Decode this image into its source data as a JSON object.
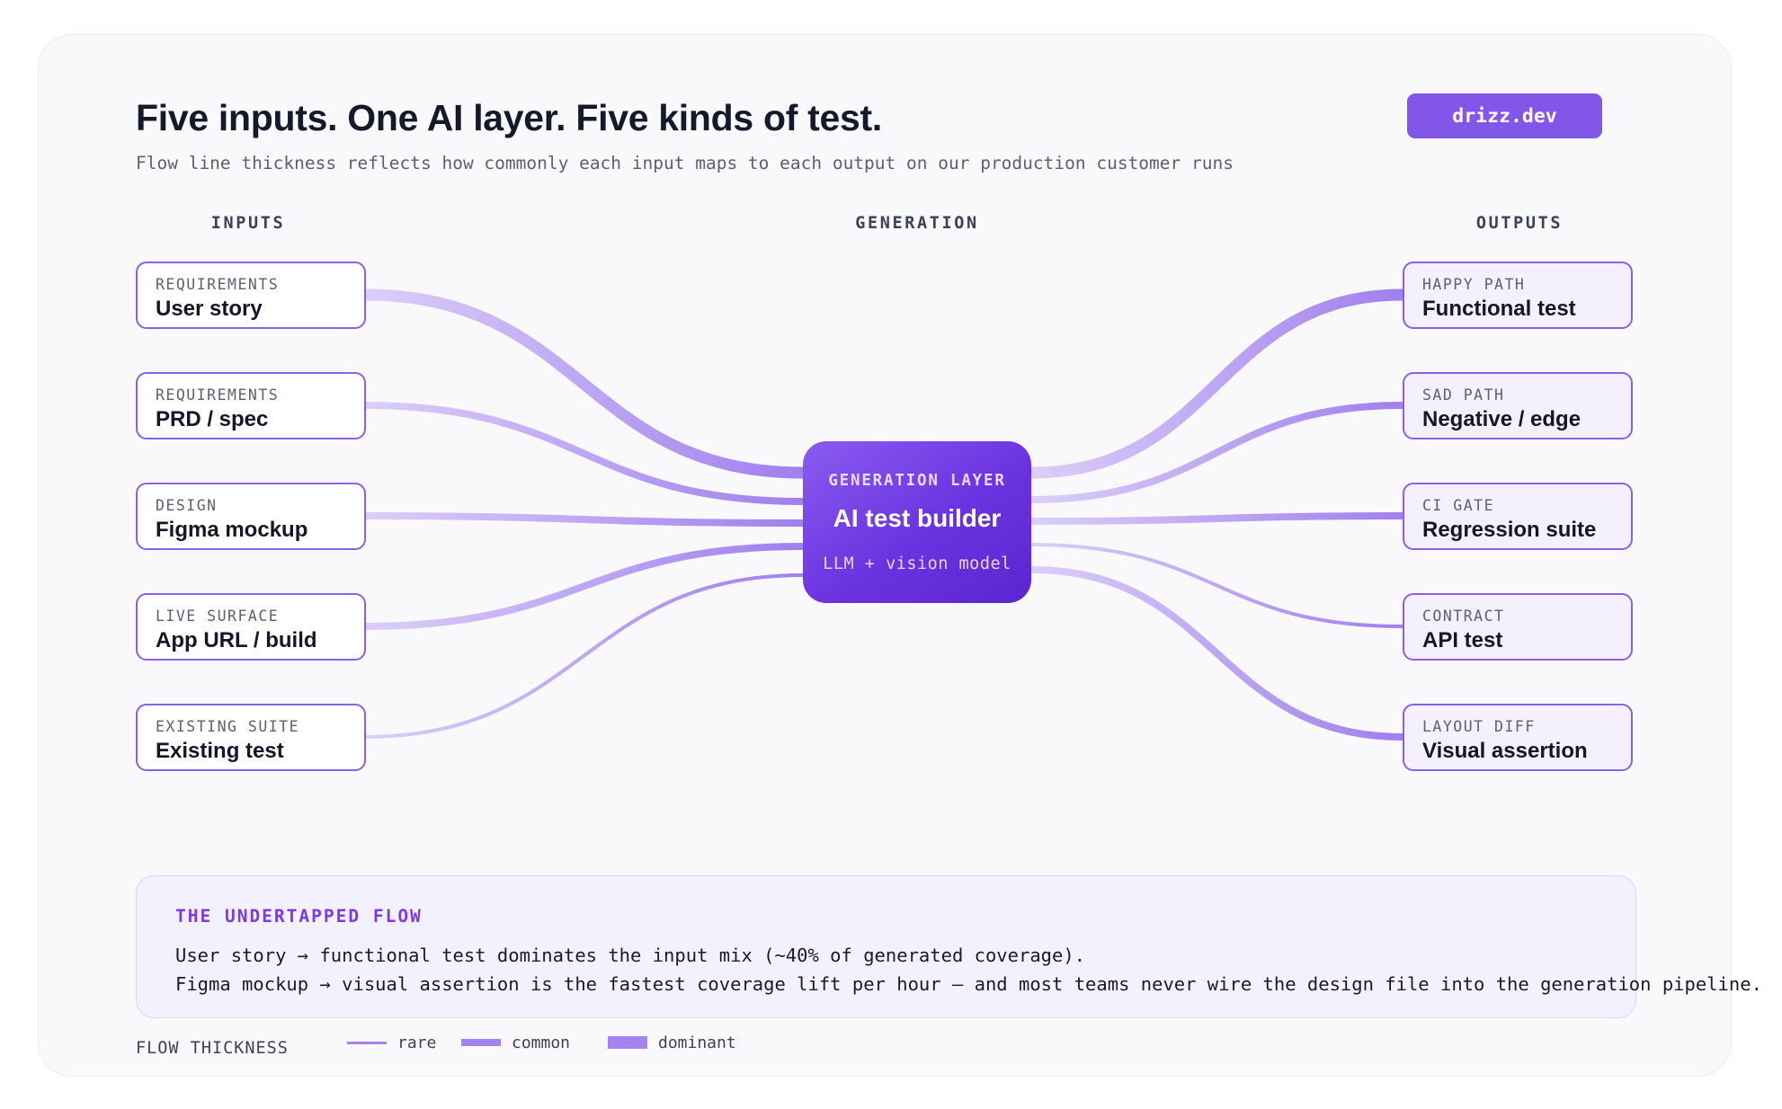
{
  "header": {
    "title": "Five inputs. One AI layer. Five kinds of test.",
    "subtitle": "Flow line thickness reflects how commonly each input maps to each output on our production customer runs",
    "badge": "drizz.dev"
  },
  "columns": {
    "inputs": "INPUTS",
    "generation": "GENERATION",
    "outputs": "OUTPUTS"
  },
  "inputs": [
    {
      "kind": "REQUIREMENTS",
      "label": "User story"
    },
    {
      "kind": "REQUIREMENTS",
      "label": "PRD / spec"
    },
    {
      "kind": "DESIGN",
      "label": "Figma mockup"
    },
    {
      "kind": "LIVE SURFACE",
      "label": "App URL / build"
    },
    {
      "kind": "EXISTING SUITE",
      "label": "Existing test"
    }
  ],
  "generation": {
    "kind": "GENERATION LAYER",
    "label": "AI test builder",
    "sublabel": "LLM + vision model"
  },
  "outputs": [
    {
      "kind": "HAPPY PATH",
      "label": "Functional test"
    },
    {
      "kind": "SAD PATH",
      "label": "Negative / edge"
    },
    {
      "kind": "CI GATE",
      "label": "Regression suite"
    },
    {
      "kind": "CONTRACT",
      "label": "API test"
    },
    {
      "kind": "LAYOUT DIFF",
      "label": "Visual assertion"
    }
  ],
  "flows": {
    "inputs": [
      {
        "from": "User story",
        "weight": "dominant"
      },
      {
        "from": "PRD / spec",
        "weight": "common"
      },
      {
        "from": "Figma mockup",
        "weight": "common"
      },
      {
        "from": "App URL / build",
        "weight": "common"
      },
      {
        "from": "Existing test",
        "weight": "rare"
      }
    ],
    "outputs": [
      {
        "to": "Functional test",
        "weight": "dominant"
      },
      {
        "to": "Negative / edge",
        "weight": "common"
      },
      {
        "to": "Regression suite",
        "weight": "common"
      },
      {
        "to": "API test",
        "weight": "rare"
      },
      {
        "to": "Visual assertion",
        "weight": "common"
      }
    ]
  },
  "callout": {
    "title": "THE UNDERTAPPED FLOW",
    "line1": "User story → functional test dominates the input mix (~40% of generated coverage).",
    "line2": "Figma mockup → visual assertion is the fastest coverage lift per hour — and most teams never wire the design file into the generation pipeline."
  },
  "legend": {
    "title": "FLOW THICKNESS",
    "items": [
      {
        "label": "rare",
        "weight": "rare"
      },
      {
        "label": "common",
        "weight": "common"
      },
      {
        "label": "dominant",
        "weight": "dominant"
      }
    ]
  },
  "colors": {
    "accent": "#8356ea",
    "flow_light": "#d6c9f7",
    "flow_dark": "#a07ded",
    "node_border": "#8a60e8"
  }
}
